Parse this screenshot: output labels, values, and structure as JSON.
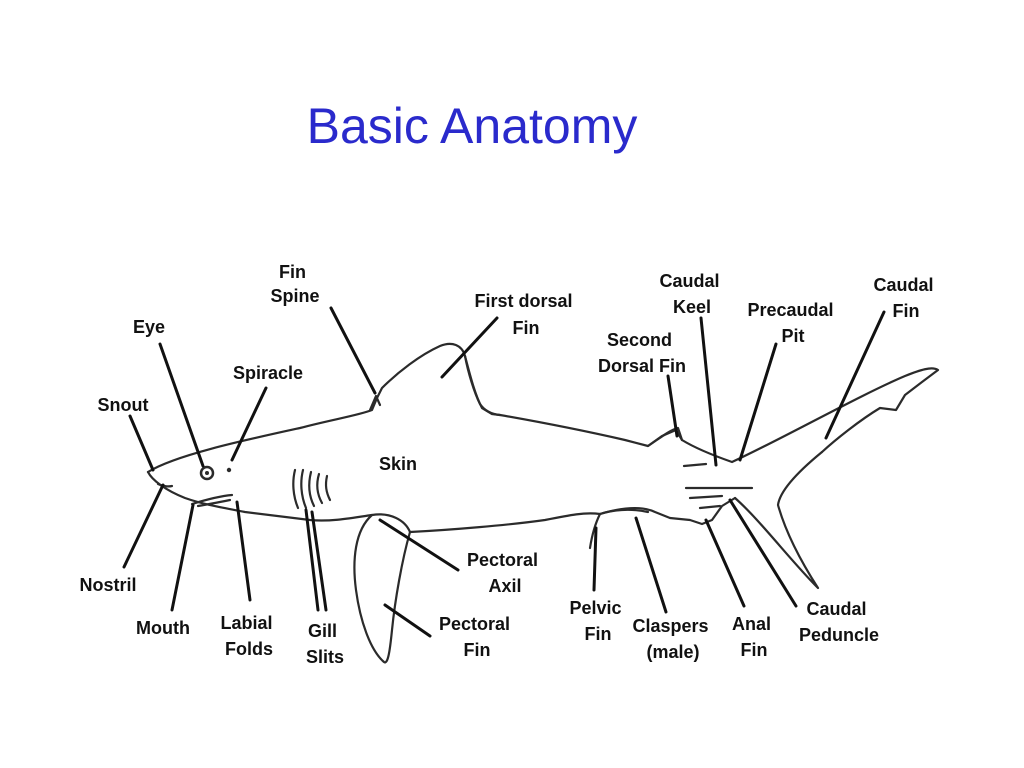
{
  "slide": {
    "title": "Basic Anatomy",
    "title_color": "#2a2acc",
    "line_color": "#111111"
  },
  "labels": {
    "fin_spine": [
      "Fin",
      "Spine"
    ],
    "eye": "Eye",
    "spiracle": "Spiracle",
    "snout": "Snout",
    "first_dorsal_fin": [
      "First dorsal",
      "Fin"
    ],
    "caudal_keel": [
      "Caudal",
      "Keel"
    ],
    "precaudal_pit": [
      "Precaudal",
      "Pit"
    ],
    "caudal_fin": [
      "Caudal",
      "Fin"
    ],
    "second_dorsal_fin": [
      "Second",
      "Dorsal Fin"
    ],
    "skin": "Skin",
    "nostril": "Nostril",
    "mouth": "Mouth",
    "labial_folds": [
      "Labial",
      "Folds"
    ],
    "gill_slits": [
      "Gill",
      "Slits"
    ],
    "pectoral_axil": [
      "Pectoral",
      "Axil"
    ],
    "pectoral_fin": [
      "Pectoral",
      "Fin"
    ],
    "pelvic_fin": [
      "Pelvic",
      "Fin"
    ],
    "claspers": [
      "Claspers",
      "(male)"
    ],
    "anal_fin": [
      "Anal",
      "Fin"
    ],
    "caudal_peduncle": [
      "Caudal",
      "Peduncle"
    ]
  }
}
